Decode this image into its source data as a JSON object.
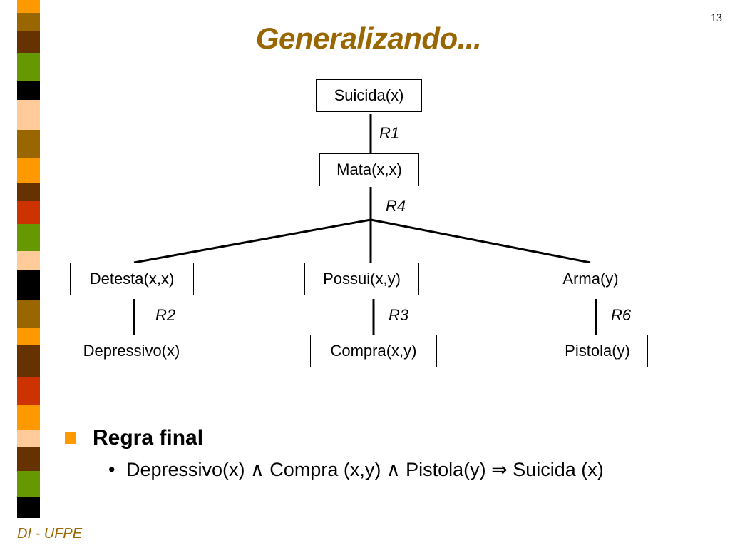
{
  "slide": {
    "page_number": "13",
    "title": "Generalizando...",
    "footer": "DI - UFPE"
  },
  "tree": {
    "nodes": {
      "root": "Suicida(x)",
      "mata": "Mata(x,x)",
      "detesta": "Detesta(x,x)",
      "possui": "Possui(x,y)",
      "arma": "Arma(y)",
      "depressivo": "Depressivo(x)",
      "compra": "Compra(x,y)",
      "pistola": "Pistola(y)"
    },
    "rules": {
      "r1": "R1",
      "r4": "R4",
      "r2": "R2",
      "r3": "R3",
      "r6": "R6"
    }
  },
  "bullets": {
    "heading": "Regra final",
    "sub_marker": "•",
    "sub_text": "Depressivo(x) ∧ Compra (x,y) ∧ Pistola(y) ⇒ Suicida (x)"
  },
  "colors": {
    "title": "#996600",
    "bullet": "#ff9900",
    "strip": [
      "#ff9900",
      "#996600",
      "#663300",
      "#669900",
      "#000000",
      "#ffcc99",
      "#cc3300"
    ]
  }
}
